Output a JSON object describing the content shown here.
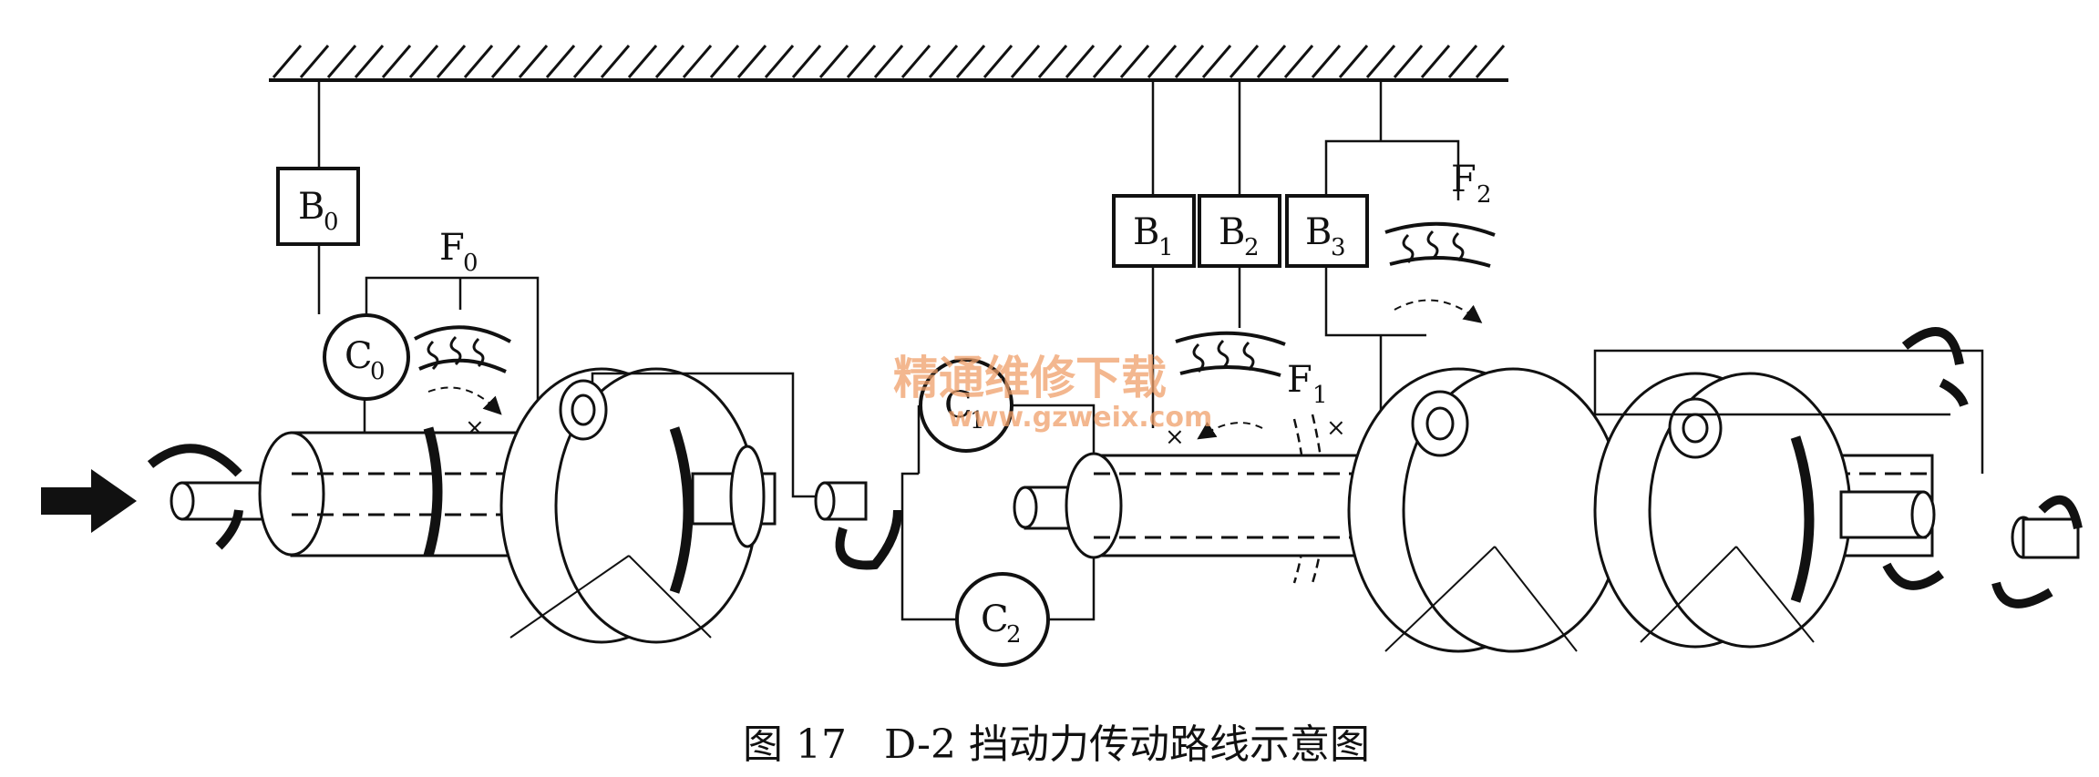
{
  "labels": {
    "b0": "B",
    "b0_sub": "0",
    "b1": "B",
    "b1_sub": "1",
    "b2": "B",
    "b2_sub": "2",
    "b3": "B",
    "b3_sub": "3",
    "c0": "C",
    "c0_sub": "0",
    "c1": "C",
    "c1_sub": "1",
    "c2": "C",
    "c2_sub": "2",
    "f0": "F",
    "f0_sub": "0",
    "f1": "F",
    "f1_sub": "1",
    "f2": "F",
    "f2_sub": "2"
  },
  "watermark": {
    "title": "精通维修下载",
    "url": "www.gzweix.com"
  },
  "caption": {
    "figure": "图 17",
    "text": "D-2 挡动力传动路线示意图"
  },
  "colors": {
    "line": "#111111",
    "watermark": "#f0a06a"
  }
}
